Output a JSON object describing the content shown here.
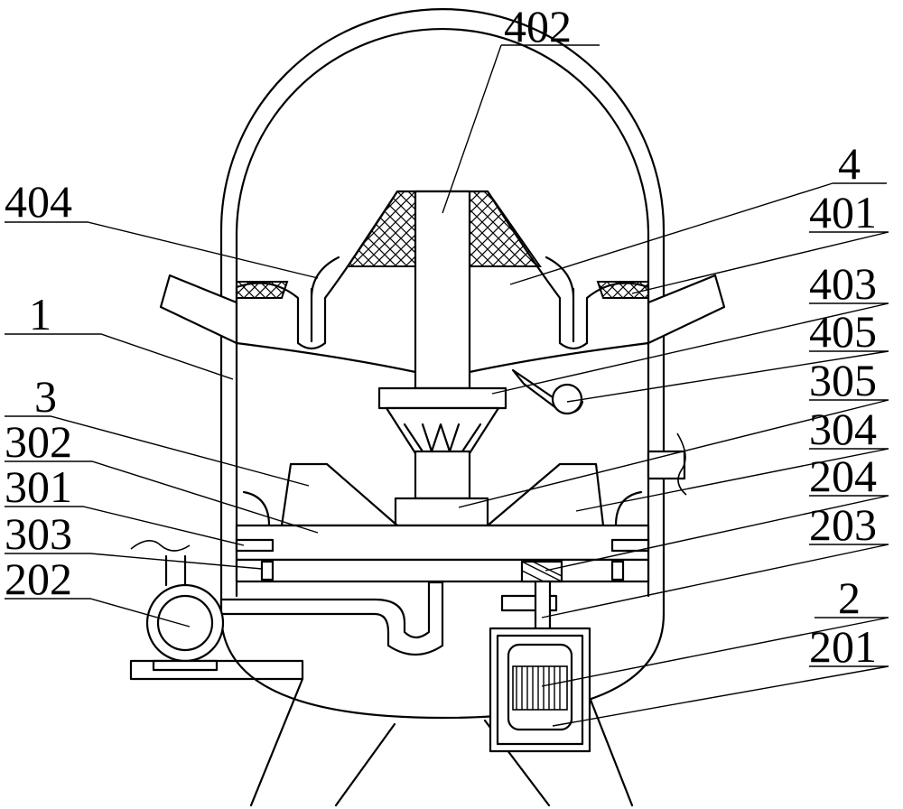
{
  "labels": {
    "l402": "402",
    "l4": "4",
    "l401": "401",
    "l404": "404",
    "l403": "403",
    "l1": "1",
    "l405": "405",
    "l3": "3",
    "l305": "305",
    "l302": "302",
    "l304": "304",
    "l301": "301",
    "l204": "204",
    "l303": "303",
    "l203": "203",
    "l202": "202",
    "l2": "2",
    "l201": "201"
  }
}
